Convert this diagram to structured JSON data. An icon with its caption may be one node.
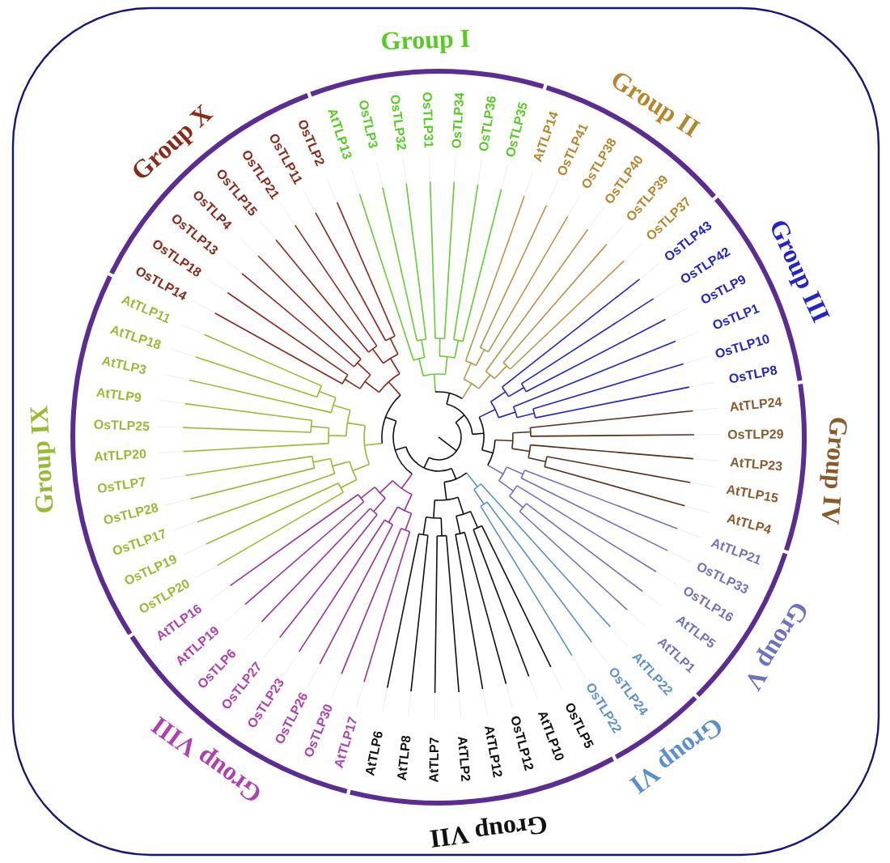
{
  "diagram": {
    "labels": [
      "Group I",
      "AtTLP13",
      "OsTLP3",
      "OsTLP32",
      "OsTLP31",
      "OsTLP34",
      "OsTLP36",
      "OsTLP35",
      "Group II",
      "AtTLP14",
      "OsTLP41",
      "OsTLP38",
      "OsTLP40",
      "OsTLP39",
      "OsTLP37",
      "Group III",
      "OsTLP43",
      "OsTLP42",
      "OsTLP9",
      "OsTLP1",
      "OsTLP10",
      "OsTLP8",
      "Group IV",
      "AtTLP24",
      "OsTLP29",
      "AtTLP23",
      "AtTLP15",
      "AtTLP4",
      "Group V",
      "AtTLP21",
      "OsTLP33",
      "OsTLP16",
      "AtTLP5",
      "AtTLP1",
      "Group VI",
      "AtTLP22",
      "OsTLP24",
      "OsTLP22",
      "Group VII",
      "OsTLP5",
      "AtTLP10",
      "OsTLP12",
      "AtTLP12",
      "AtTLP2",
      "AtTLP7",
      "AtTLP8",
      "AtTLP6",
      "Group VIII",
      "AtTLP17",
      "OsTLP30",
      "OsTLP26",
      "OsTLP23",
      "OsTLP27",
      "OsTLP6",
      "AtTLP19",
      "AtTLP16",
      "Group IX",
      "OsTLP20",
      "OsTLP19",
      "OsTLP17",
      "OsTLP28",
      "OsTLP7",
      "AtTLP20",
      "OsTLP25",
      "AtTLP9",
      "AtTLP3",
      "AtTLP18",
      "AtTLP11",
      "Group X",
      "OsTLP14",
      "OsTLP18",
      "OsTLP13",
      "OsTLP4",
      "OsTLP15",
      "OsTLP21",
      "OsTLP11",
      "OsTLP2"
    ]
  }
}
